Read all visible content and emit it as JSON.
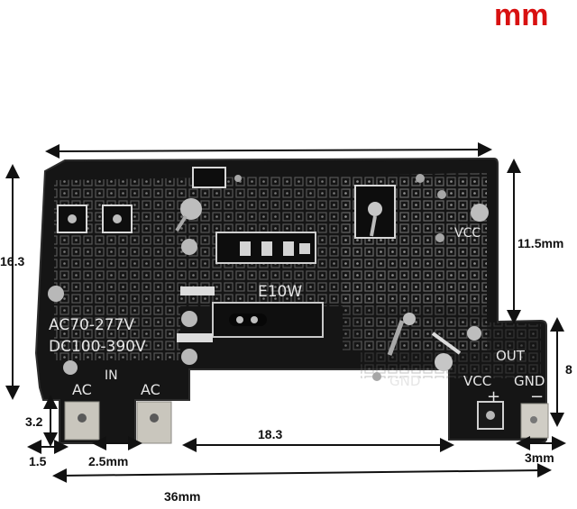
{
  "unit_title": "mm",
  "board": {
    "silkscreen": {
      "input_range_ac": "AC70-277V",
      "input_range_dc": "DC100-390V",
      "model": "E10W",
      "in_label": "IN",
      "ac_left": "AC",
      "ac_right": "AC",
      "gnd_mid": "GND",
      "vcc_top": "VCC",
      "out_label": "OUT",
      "vcc_out": "VCC",
      "gnd_out": "GND",
      "plus": "+",
      "minus": "−"
    }
  },
  "dimensions": {
    "width_total": "36mm",
    "height_left": "16.3",
    "height_right_top": "11.5mm",
    "height_right_bottom": "8",
    "pad_height": "3.2",
    "pad_offset": "1.5",
    "pad_width": "2.5mm",
    "pad_gap": "18.3",
    "right_pad_offset": "3mm"
  },
  "colors": {
    "unit_title": "#d81010",
    "board": "#141414",
    "silkscreen": "#e8e8e8",
    "pad": "#c9c6bd"
  }
}
